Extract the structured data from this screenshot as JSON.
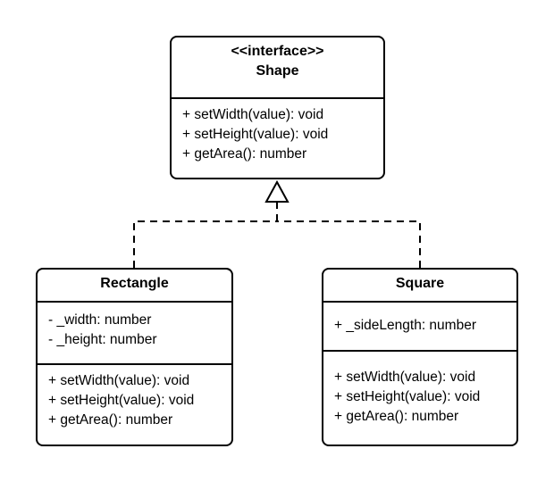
{
  "classes": {
    "shape": {
      "stereotype": "<<interface>>",
      "name": "Shape",
      "methods": [
        "+ setWidth(value): void",
        "+ setHeight(value): void",
        "+ getArea(): number"
      ]
    },
    "rectangle": {
      "name": "Rectangle",
      "attributes": [
        "- _width: number",
        "- _height: number"
      ],
      "methods": [
        "+ setWidth(value): void",
        "+ setHeight(value): void",
        "+ getArea(): number"
      ]
    },
    "square": {
      "name": "Square",
      "attributes": [
        "+ _sideLength: number"
      ],
      "methods": [
        "+ setWidth(value): void",
        "+ setHeight(value): void",
        "+ getArea(): number"
      ]
    }
  },
  "relations": [
    {
      "type": "realization",
      "from": "Rectangle",
      "to": "Shape"
    },
    {
      "type": "realization",
      "from": "Square",
      "to": "Shape"
    }
  ],
  "colors": {
    "line": "#000000",
    "background": "#ffffff"
  }
}
